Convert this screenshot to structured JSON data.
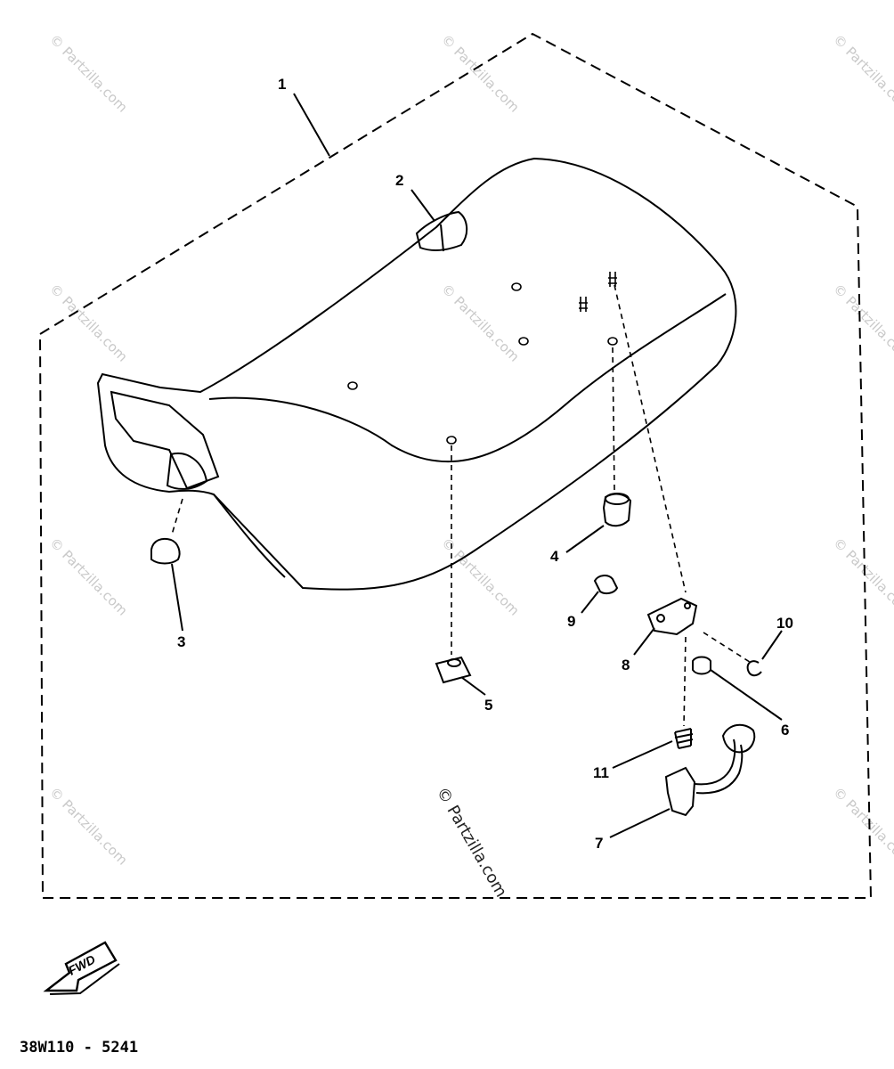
{
  "diagram": {
    "callouts": [
      "1",
      "2",
      "3",
      "4",
      "5",
      "6",
      "7",
      "8",
      "9",
      "10",
      "11"
    ],
    "direction_label": "FWD",
    "drawing_code": "38W110 - 5241",
    "watermark": "© Partzilla.com"
  }
}
